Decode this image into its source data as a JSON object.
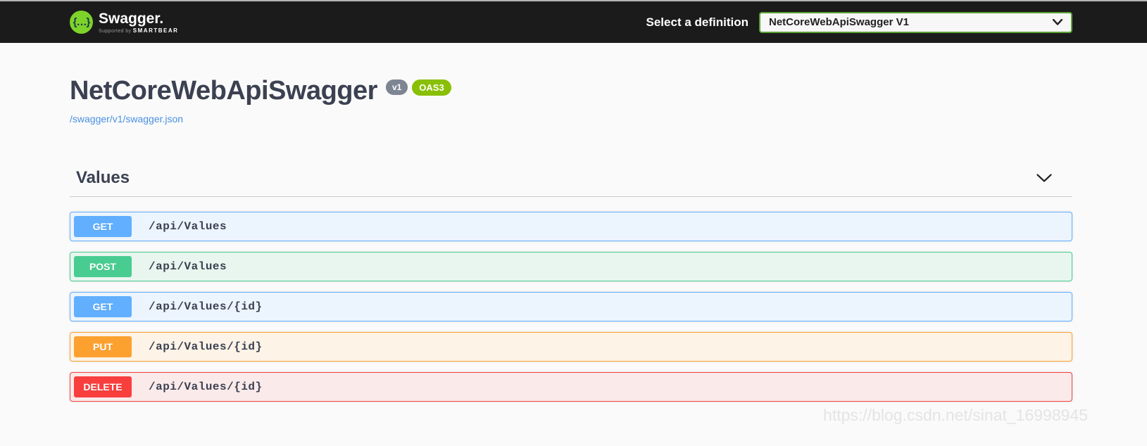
{
  "topbar": {
    "logo": {
      "icon_glyph": "{…}",
      "brand": "Swagger.",
      "tagline_prefix": "Supported by ",
      "tagline_brand": "SMARTBEAR"
    },
    "definition_label": "Select a definition",
    "definition_select": {
      "value": "NetCoreWebApiSwagger V1"
    }
  },
  "info": {
    "title": "NetCoreWebApiSwagger",
    "version_badge": "v1",
    "oas_badge": "OAS3",
    "spec_link": "/swagger/v1/swagger.json"
  },
  "sections": [
    {
      "name": "Values",
      "operations": [
        {
          "method": "GET",
          "path": "/api/Values",
          "color": "#61affe",
          "bg": "#ecf4fd"
        },
        {
          "method": "POST",
          "path": "/api/Values",
          "color": "#49cc90",
          "bg": "#e8f6ef"
        },
        {
          "method": "GET",
          "path": "/api/Values/{id}",
          "color": "#61affe",
          "bg": "#ecf4fd"
        },
        {
          "method": "PUT",
          "path": "/api/Values/{id}",
          "color": "#fca130",
          "bg": "#fdf3e6"
        },
        {
          "method": "DELETE",
          "path": "/api/Values/{id}",
          "color": "#f93e3e",
          "bg": "#fbeaea"
        }
      ]
    }
  ],
  "watermark": "https://blog.csdn.net/sinat_16998945",
  "colors": {
    "topbar_bg": "#1b1b1b",
    "page_bg": "#fafafa",
    "title_text": "#3b4151",
    "link_blue": "#4990e2",
    "select_border_green": "#5ba135",
    "logo_green": "#7ed32b",
    "version_badge_bg": "#7d8492",
    "oas_badge_bg": "#89bf04",
    "get": "#61affe",
    "post": "#49cc90",
    "put": "#fca130",
    "delete": "#f93e3e"
  }
}
